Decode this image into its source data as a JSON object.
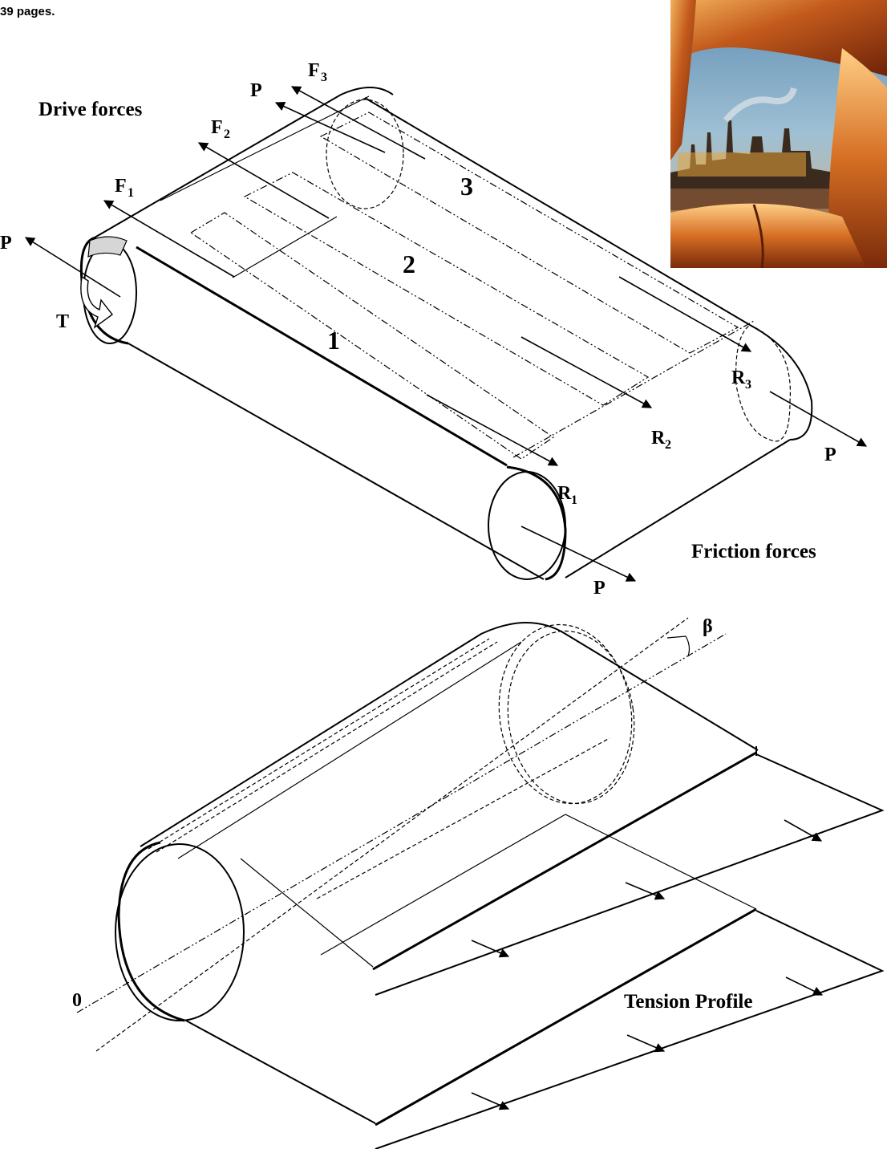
{
  "header": {
    "page_count_text": "39 pages."
  },
  "top_diagram": {
    "title_drive": "Drive forces",
    "title_friction": "Friction forces",
    "labels": {
      "p": "P",
      "t": "T",
      "f": "F",
      "r": "R",
      "sub1": "1",
      "sub2": "2",
      "sub3": "3",
      "section1": "1",
      "section2": "2",
      "section3": "3"
    }
  },
  "bottom_diagram": {
    "caption": "Tension Profile",
    "angle_label": "β",
    "origin_label": "0"
  },
  "photo": {
    "subject": "refinery-through-pipes"
  },
  "colors": {
    "ink": "#000000",
    "photo_orange": "#c8581c",
    "photo_sky": "#7aa3c2"
  }
}
